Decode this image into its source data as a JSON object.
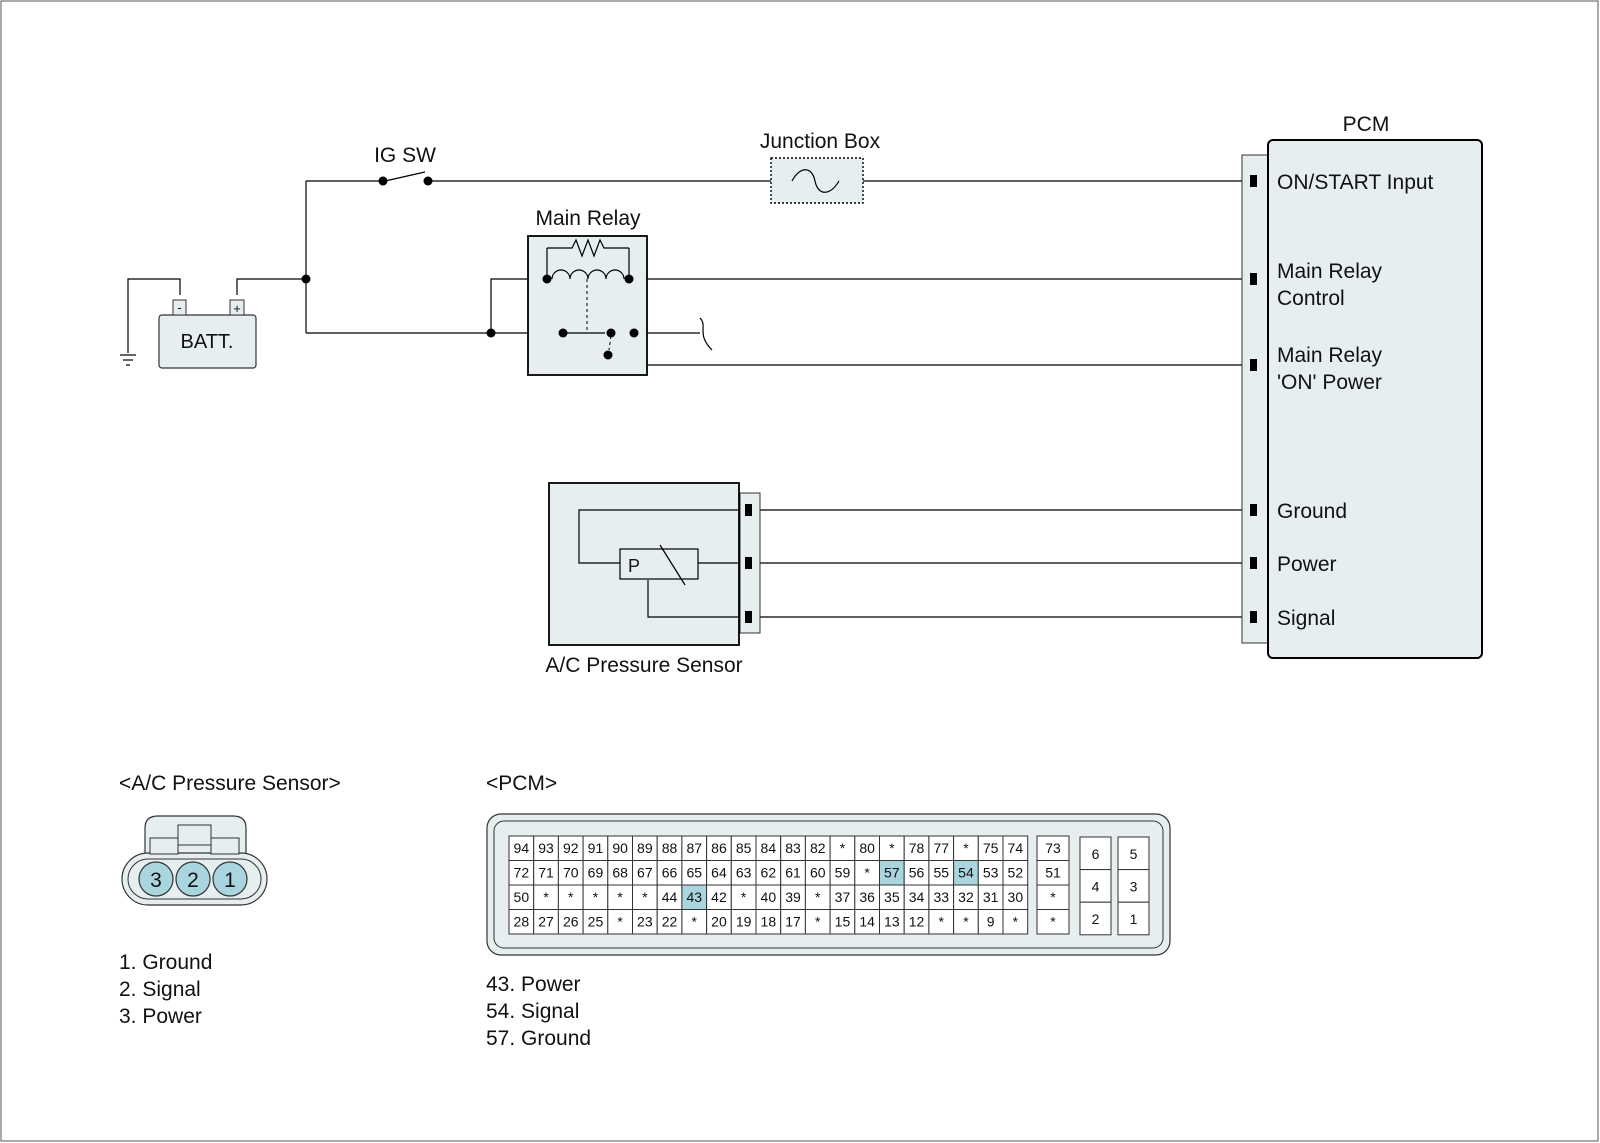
{
  "colors": {
    "wire": "#000000",
    "component_fill": "#e6eef0",
    "pin_highlight": "#a9d5df",
    "background": "#ffffff"
  },
  "labels": {
    "ig_sw": "IG SW",
    "junction_box": "Junction Box",
    "main_relay": "Main Relay",
    "batt": "BATT.",
    "batt_minus": "-",
    "batt_plus": "+",
    "pcm": "PCM",
    "ac_sensor": "A/C Pressure Sensor",
    "sensor_p": "P"
  },
  "pcm_inputs": [
    {
      "lines": [
        "ON/START Input"
      ]
    },
    {
      "lines": [
        "Main Relay",
        "Control"
      ]
    },
    {
      "lines": [
        "Main Relay",
        "'ON' Power"
      ]
    },
    {
      "lines": [
        "Ground"
      ]
    },
    {
      "lines": [
        "Power"
      ]
    },
    {
      "lines": [
        "Signal"
      ]
    }
  ],
  "sensor_connector": {
    "title": "<A/C Pressure Sensor>",
    "pins": [
      "3",
      "2",
      "1"
    ],
    "legend": [
      "1. Ground",
      "2. Signal",
      "3. Power"
    ]
  },
  "pcm_connector": {
    "title": "<PCM>",
    "rows": [
      [
        "94",
        "93",
        "92",
        "91",
        "90",
        "89",
        "88",
        "87",
        "86",
        "85",
        "84",
        "83",
        "82",
        "*",
        "80",
        "*",
        "78",
        "77",
        "*",
        "75",
        "74"
      ],
      [
        "72",
        "71",
        "70",
        "69",
        "68",
        "67",
        "66",
        "65",
        "64",
        "63",
        "62",
        "61",
        "60",
        "59",
        "*",
        "57",
        "56",
        "55",
        "54",
        "53",
        "52"
      ],
      [
        "50",
        "*",
        "*",
        "*",
        "*",
        "*",
        "44",
        "43",
        "42",
        "*",
        "40",
        "39",
        "*",
        "37",
        "36",
        "35",
        "34",
        "33",
        "32",
        "31",
        "30"
      ],
      [
        "28",
        "27",
        "26",
        "25",
        "*",
        "23",
        "22",
        "*",
        "20",
        "19",
        "18",
        "17",
        "*",
        "15",
        "14",
        "13",
        "12",
        "*",
        "*",
        "9",
        "*"
      ]
    ],
    "column_b": [
      "73",
      "51",
      "*",
      "*"
    ],
    "block_c": [
      [
        "6",
        "5"
      ],
      [
        "4",
        "3"
      ],
      [
        "2",
        "1"
      ]
    ],
    "highlighted": [
      "43",
      "54",
      "57"
    ],
    "legend": [
      "43. Power",
      "54. Signal",
      "57. Ground"
    ]
  }
}
